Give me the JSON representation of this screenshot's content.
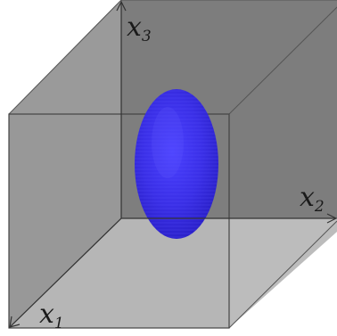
{
  "axes": {
    "x1": {
      "letter": "x",
      "index": "1"
    },
    "x2": {
      "letter": "x",
      "index": "2"
    },
    "x3": {
      "letter": "x",
      "index": "3"
    }
  },
  "colors": {
    "back_wall": "#7c7c7c",
    "left_wall": "#9b9b9b",
    "floor": "#bfbfbf",
    "edges": "#4a4a4a",
    "ellipsoid": "#3b2ee8"
  }
}
